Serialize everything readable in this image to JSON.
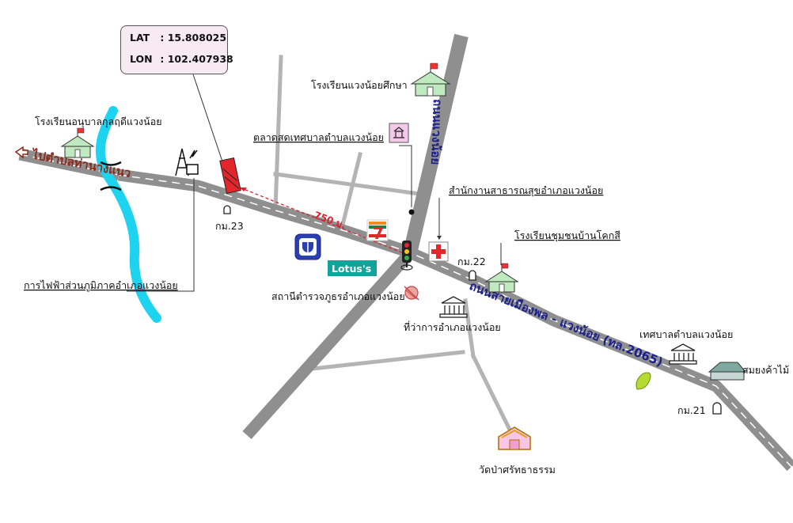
{
  "coordinates": {
    "lat_label": "LAT",
    "lat_value": "15.808025",
    "lon_label": "LON",
    "lon_value": "102.407938"
  },
  "distance_label": "750 ม.",
  "roads": {
    "main_road_name": "ถนนสายเมืองพล - แวงน้อย (ทล.2065)",
    "north_road_name": "ถนนแวงน้อย",
    "west_direction": "ไปตำบลท่านางแนว"
  },
  "km_markers": {
    "km23": "กม.23",
    "km22": "กม.22",
    "km21": "กม.21"
  },
  "landmarks": {
    "kindergarten": "โรงเรียนอนุบาลกุลฤดีแวงน้อย",
    "electricity": "การไฟฟ้าส่วนภูมิภาคอำเภอแวงน้อย",
    "school_suksa": "โรงเรียนแวงน้อยศึกษา",
    "market": "ตลาดสดเทศบาลตำบลแวงน้อย",
    "health_office": "สำนักงานสาธารณสุขอำเภอแวงน้อย",
    "school_kok_si": "โรงเรียนชุมชนบ้านโคกสี",
    "police": "สถานีตำรวจภูธรอำเภอแวงน้อย",
    "district_office": "ที่ว่าการอำเภอแวงน้อย",
    "municipality": "เทศบาลตำบลแวงน้อย",
    "wood_shop": "สมยงค้าไม้",
    "temple": "วัดป่าศรัทธาธรรม"
  },
  "brands": {
    "lotus": "Lotus's",
    "seven_eleven": "7"
  },
  "colors": {
    "road_gray": "#8f8f8f",
    "road_center_line": "#ffffff",
    "river": "#1ed3f0",
    "distance_line": "#d9232e",
    "label_brown": "#8b2a1a",
    "road_name_blue": "#1b1f8a",
    "school_green": "#bfe9bf",
    "lotus_teal": "#14a39a"
  },
  "icons": [
    "school-icon",
    "power-tower-icon",
    "market-icon",
    "hospital-cross-icon",
    "traffic-light-icon",
    "police-icon",
    "government-building-icon",
    "gas-station-icon",
    "warehouse-icon",
    "temple-icon",
    "km-marker-icon",
    "seven-eleven-icon",
    "lotus-logo",
    "bank-logo",
    "thai-flag-icon"
  ]
}
